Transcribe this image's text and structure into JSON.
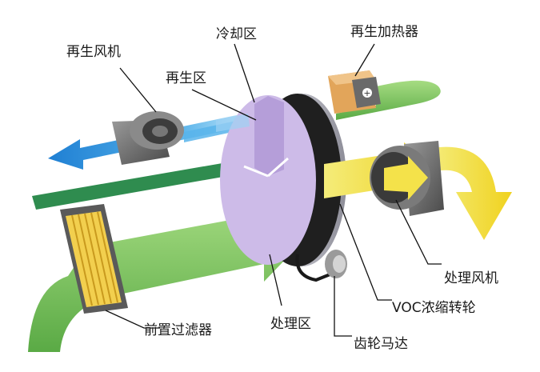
{
  "labels": {
    "regen_fan": "再生风机",
    "cooling_zone": "冷却区",
    "regen_heater": "再生加热器",
    "regen_zone": "再生区",
    "process_fan": "处理风机",
    "voc_wheel": "VOC浓缩转轮",
    "pre_filter": "前置过滤器",
    "process_zone": "处理区",
    "gear_motor": "齿轮马达"
  },
  "colors": {
    "green": "#7cc560",
    "green_dark": "#2e8a4e",
    "blue": "#2e93dd",
    "yellow": "#f5e23d",
    "wheel_face": "#c9b6e6",
    "frame_gray": "#6a6a6a",
    "heater_orange": "#e2a55a"
  },
  "icons": [
    "regen-fan-icon",
    "process-fan-icon",
    "heater-icon",
    "filter-icon",
    "motor-icon",
    "wheel-icon"
  ]
}
